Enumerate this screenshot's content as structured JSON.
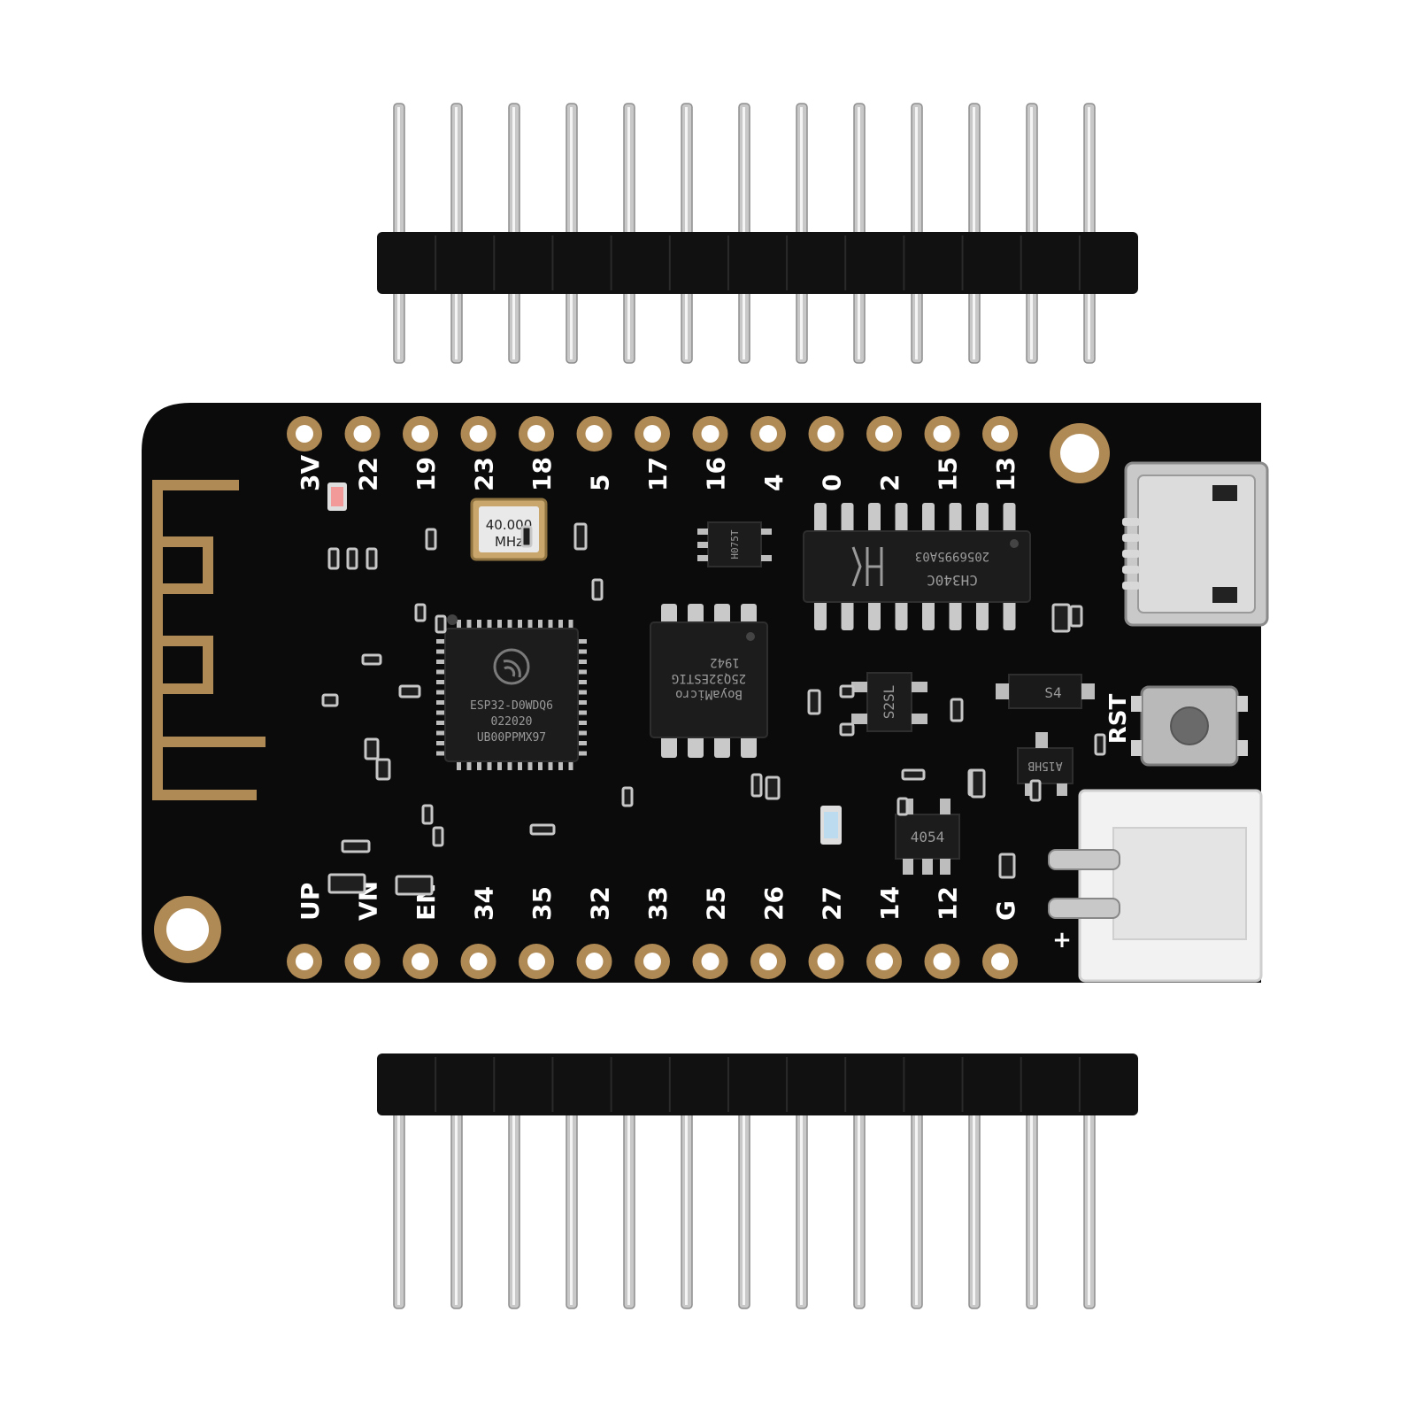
{
  "colors": {
    "background": "#ffffff",
    "pcb": "#0b0b0b",
    "gold": "#b08a55",
    "silkscreen": "#ffffff",
    "pin_metal": "#c8c8c8",
    "header_plastic": "#111111",
    "connector": "#f2f2f2"
  },
  "headers": {
    "pin_count": 13
  },
  "board": {
    "top_pin_labels": [
      "3V",
      "22",
      "19",
      "23",
      "18",
      "5",
      "17",
      "16",
      "4",
      "0",
      "2",
      "15",
      "13"
    ],
    "bottom_pin_labels": [
      "UP",
      "VN",
      "EN",
      "34",
      "35",
      "32",
      "33",
      "25",
      "26",
      "27",
      "14",
      "12",
      "G"
    ],
    "mcu_lines": [
      "ESP32-D0WDQ6",
      "022020",
      "UB00PPMX97"
    ],
    "crystal_lines": [
      "40.000",
      "MHz"
    ],
    "usb_chip_lines": [
      "CH340C",
      "2056995A03"
    ],
    "flash_chip_lines": [
      "BoyaMicro",
      "25Q32ESTIG",
      "1942"
    ],
    "ldo_label": "H075T",
    "small_chip_label": "S2SL",
    "diode_label": "S4",
    "charger_label": "4054",
    "mosfet_label": "A15HB",
    "reset_label": "RST",
    "battery_plus": "+"
  }
}
